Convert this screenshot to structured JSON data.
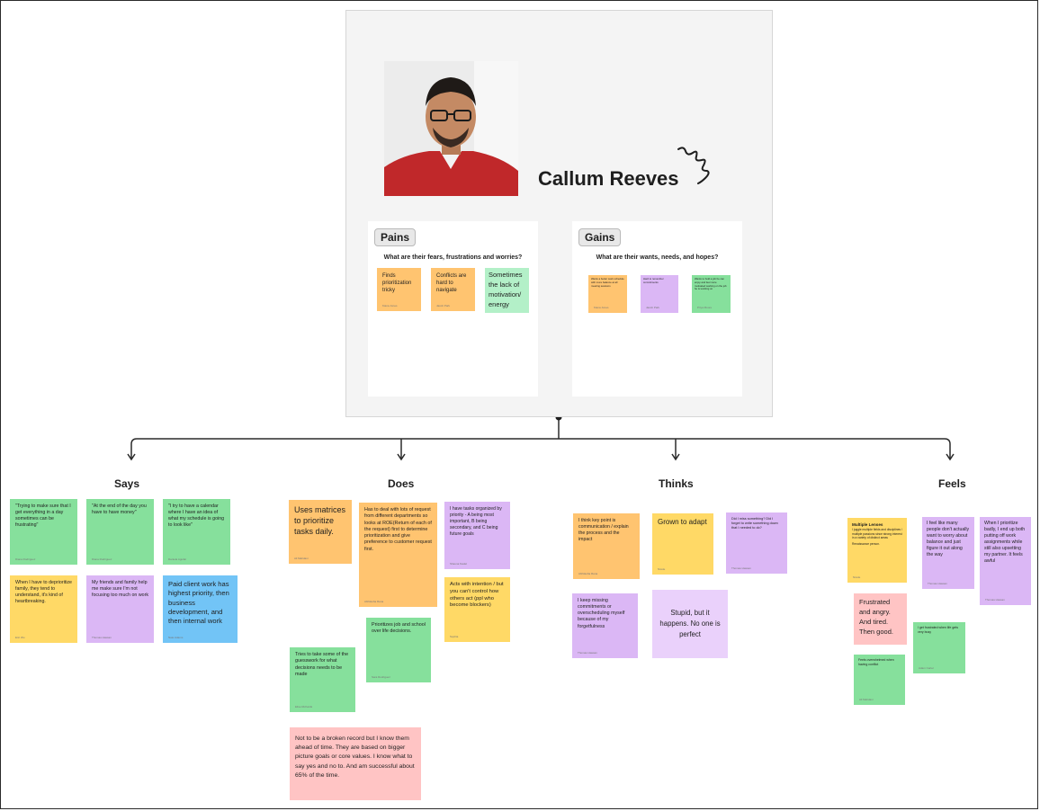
{
  "persona": {
    "name": "Callum Reeves",
    "photo_alt": "portrait-photo"
  },
  "pains": {
    "tag": "Pains",
    "question": "What are their fears, frustrations and worries?",
    "notes": [
      {
        "text": "Finds prioritization tricky",
        "author": "Kiana Jones"
      },
      {
        "text": "Conflicts are hard to navigate",
        "author": "Jacob Park"
      },
      {
        "text": "Sometimes the lack of motivation/ energy",
        "author": ""
      }
    ]
  },
  "gains": {
    "tag": "Gains",
    "question": "What are their wants, needs, and hopes?",
    "notes": [
      {
        "text": "Wants a better work schedule with more balance at all meeting sessions",
        "author": "Kiana Jones"
      },
      {
        "text": "Hard to remember commitments",
        "author": "Jacob Park"
      },
      {
        "text": "Wants to hold a job he can enjoy and feel more motivated working on the job he is working on",
        "author": "Priya Moore"
      }
    ]
  },
  "categories": {
    "says": "Says",
    "does": "Does",
    "thinks": "Thinks",
    "feels": "Feels"
  },
  "says_notes": [
    {
      "text": "\"Trying to make sure that I get everything in a day sometimes can be frustrating\"",
      "author": "Diana Rodriguez"
    },
    {
      "text": "\"At the end of the day you have to have money\"",
      "author": "Diana Rodriguez"
    },
    {
      "text": "\"I try to have a calendar where I have an idea of what my schedule is going to look like\"",
      "author": "Daniela Aguilar"
    },
    {
      "text": "When I have to deprioritize family, they tend to understand, it's kind of heartbreaking.",
      "author": "Eric Wu"
    },
    {
      "text": "My friends and family help me make sure I'm not focusing too much on work",
      "author": "Thomas Hassan"
    },
    {
      "text": "Paid client work has highest priority, then business development, and then internal work",
      "author": "Nate Adams"
    }
  ],
  "does_notes": [
    {
      "text": "Uses matrices to prioritize tasks daily.",
      "author": "Ali Mahdavi"
    },
    {
      "text": "Has to deal with lots of request from different departments so looks at ROE(Return of each of the request) first to determine prioritization and give preference to customer request first.",
      "author": "Abhilasha Rana"
    },
    {
      "text": "I have tasks organized by priority - A being most important, B being secondary, and C being future goals",
      "author": "Shauna Nadel"
    },
    {
      "text": "Acts with intention / but you can't control how others act (ppl who become blockers)",
      "author": "Sophia"
    },
    {
      "text": "Prioritizes job and school over life decisions.",
      "author": "Sara Rodriguez"
    },
    {
      "text": "Tries to take some of the guesswork for what decisions needs to be made",
      "author": "Elise Richards"
    },
    {
      "text": "Not to be a broken record but I know them ahead of time. They are based on bigger picture goals or core values. I know what to say yes and no to. And am successful about 65% of the time.",
      "author": ""
    }
  ],
  "thinks_notes": [
    {
      "text": "I think key point is communication / explain the process and the impact",
      "author": "Abhilasha Rana"
    },
    {
      "text": "Grown to adapt",
      "author": "Nicole"
    },
    {
      "text": "Did I miss something? Did I forget to write something down that I needed to do?",
      "author": "Thomas Hassan"
    },
    {
      "text": "I keep missing commitments or overscheduling myself because of my forgetfulness",
      "author": "Thomas Hassan"
    },
    {
      "text": "Stupid, but it happens. No one is perfect",
      "author": ""
    }
  ],
  "feels_notes": [
    {
      "title": "Multiple Lenses",
      "text": "I juggle multiple fields and disciplines / multiple passions since strong interest in a variety of distinct areas",
      "extra": "Renaissance person.",
      "author": "Nicole"
    },
    {
      "text": "I feel like many people don't actually want to worry about balance and just figure it out along the way",
      "author": "Thomas Hassan"
    },
    {
      "text": "When I prioritize badly, I end up both putting off work assignments while still also upsetting my partner. It feels awful",
      "author": "Thomas Hassan"
    },
    {
      "text": "Frustrated and angry. And tired. Then good.",
      "author": ""
    },
    {
      "text": "I get frustrated when life gets very busy",
      "author": "Adam Carter"
    },
    {
      "text": "Feels overwhelmed when having conflict",
      "author": "Ali Mahdavi"
    }
  ],
  "colors": {
    "yellow": "#ffd966",
    "orange": "#ffc470",
    "green": "#86e09c",
    "lilac": "#dbb7f5",
    "blue": "#72c4f6",
    "pink": "#ffc4c4"
  }
}
